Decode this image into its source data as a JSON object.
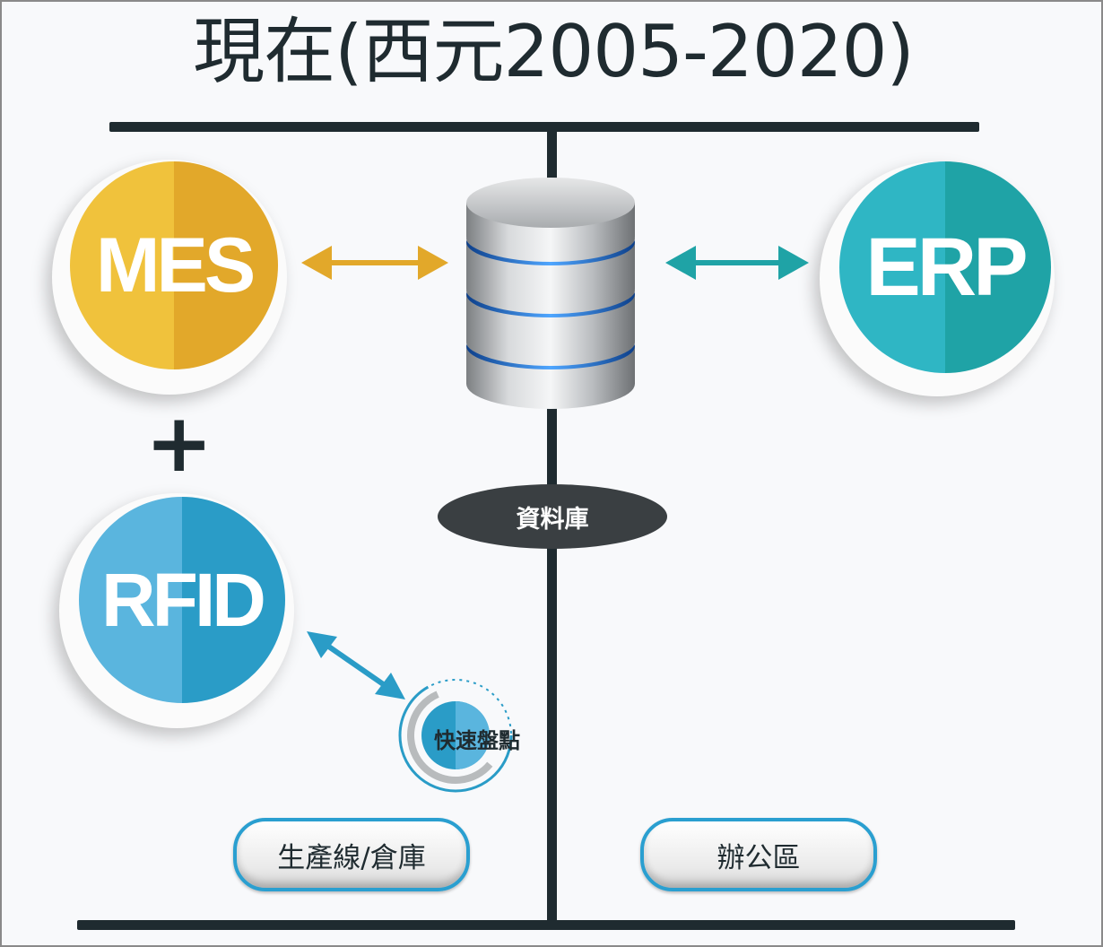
{
  "title": "現在(西元2005-2020)",
  "nodes": {
    "mes": {
      "label": "MES",
      "color_light": "#f0c23c",
      "color_dark": "#e2a82a"
    },
    "erp": {
      "label": "ERP",
      "color_light": "#2fb6c4",
      "color_dark": "#1fa3a6"
    },
    "rfid": {
      "label": "RFID",
      "color_light": "#5ab5de",
      "color_dark": "#2a9cc7"
    }
  },
  "plus_sign": "+",
  "database": {
    "label": "資料庫",
    "icon": "database-icon"
  },
  "quick_inventory": {
    "label": "快速盤點"
  },
  "zones": {
    "production": "生產線/倉庫",
    "office": "辦公區"
  },
  "colors": {
    "mes_arrow": "#e2a82a",
    "erp_arrow": "#1fa3a6",
    "rfid_arrow": "#2a9cc7",
    "line": "#1f2b30"
  }
}
